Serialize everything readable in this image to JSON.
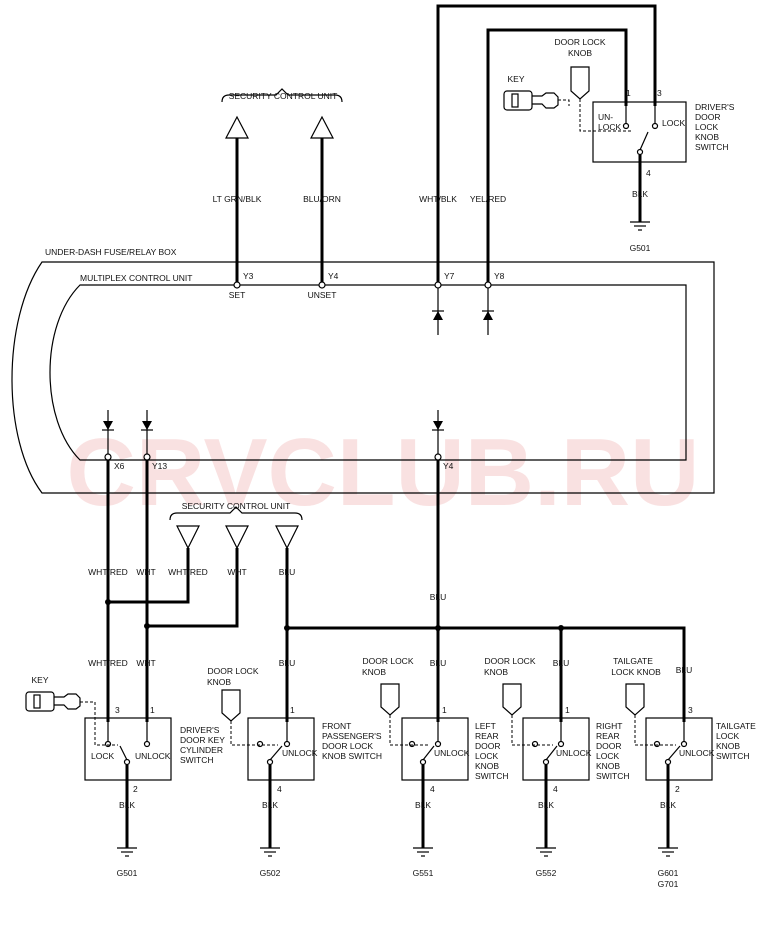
{
  "watermark": "CRVCLUB.RU",
  "boxes": {
    "fuse_relay": "UNDER-DASH FUSE/RELAY BOX",
    "multiplex": "MULTIPLEX CONTROL UNIT",
    "security_top": "SECURITY CONTROL UNIT",
    "security_mid": "SECURITY CONTROL UNIT"
  },
  "connectors": {
    "y3": "Y3",
    "y4_top": "Y4",
    "y7": "Y7",
    "y8": "Y8",
    "x6": "X6",
    "y13": "Y13",
    "y4_bottom": "Y4",
    "set": "SET",
    "unset": "UNSET"
  },
  "wires": {
    "lt_grn_blk": "LT GRN/BLK",
    "blu_orn": "BLU/ORN",
    "wht_blk": "WHT/BLK",
    "yel_red": "YEL/RED",
    "wht_red_1": "WHT/RED",
    "wht_1": "WHT",
    "wht_red_2": "WHT/RED",
    "wht_2": "WHT",
    "blu_sec": "BLU",
    "blu_y4": "BLU",
    "wht_red_3": "WHT/RED",
    "wht_3": "WHT",
    "blu_fp": "BLU",
    "blu_lr": "BLU",
    "blu_rr": "BLU",
    "blu_tg": "BLU",
    "blk_drv": "BLK",
    "blk_1": "BLK",
    "blk_2": "BLK",
    "blk_3": "BLK",
    "blk_4": "BLK",
    "blk_5": "BLK"
  },
  "grounds": {
    "g501_top": "G501",
    "g501": "G501",
    "g502": "G502",
    "g551": "G551",
    "g552": "G552",
    "g601": "G601",
    "g701": "G701"
  },
  "switches": {
    "drv_knob": {
      "l1": "DRIVER'S",
      "l2": "DOOR",
      "l3": "LOCK",
      "l4": "KNOB",
      "l5": "SWITCH",
      "unlock_a": "UN-",
      "unlock_b": "LOCK",
      "lock": "LOCK",
      "pin1": "1",
      "pin3": "3",
      "pin4": "4"
    },
    "drv_key": {
      "l1": "DRIVER'S",
      "l2": "DOOR KEY",
      "l3": "CYLINDER",
      "l4": "SWITCH",
      "lock": "LOCK",
      "unlock": "UNLOCK",
      "pin3": "3",
      "pin1": "1",
      "pin2": "2"
    },
    "fp": {
      "l1": "FRONT",
      "l2": "PASSENGER'S",
      "l3": "DOOR LOCK",
      "l4": "KNOB SWITCH",
      "unlock": "UNLOCK",
      "pin1": "1",
      "pin4": "4"
    },
    "lr": {
      "l1": "LEFT",
      "l2": "REAR",
      "l3": "DOOR",
      "l4": "LOCK",
      "l5": "KNOB",
      "l6": "SWITCH",
      "unlock": "UNLOCK",
      "pin1": "1",
      "pin4": "4"
    },
    "rr": {
      "l1": "RIGHT",
      "l2": "REAR",
      "l3": "DOOR",
      "l4": "LOCK",
      "l5": "KNOB",
      "l6": "SWITCH",
      "unlock": "UNLOCK",
      "pin1": "1",
      "pin4": "4"
    },
    "tg": {
      "l1": "TAILGATE",
      "l2": "LOCK",
      "l3": "KNOB",
      "l4": "SWITCH",
      "unlock": "UNLOCK",
      "pin3": "3",
      "pin2": "2"
    }
  },
  "knob_labels": {
    "top_a": "DOOR LOCK",
    "top_b": "KNOB",
    "fp_a": "DOOR LOCK",
    "fp_b": "KNOB",
    "lr_a": "DOOR LOCK",
    "lr_b": "KNOB",
    "rr_a": "DOOR LOCK",
    "rr_b": "KNOB",
    "tg_a": "TAILGATE",
    "tg_b": "LOCK KNOB"
  },
  "key_labels": {
    "top": "KEY",
    "bottom": "KEY"
  }
}
